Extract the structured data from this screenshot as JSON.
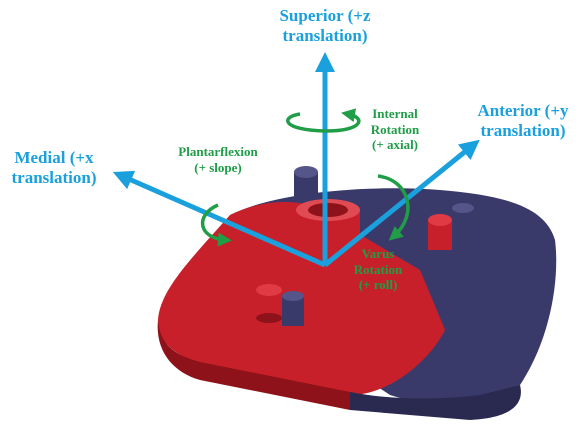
{
  "figure": {
    "axes": {
      "superior": "Superior (+z\ntranslation)",
      "anterior": "Anterior (+y\ntranslation)",
      "medial": "Medial (+x\ntranslation)"
    },
    "rotations": {
      "internal": "Internal\nRotation\n(+ axial)",
      "plantarflexion": "Plantarflexion\n(+ slope)",
      "varus": "Varus\nRotation\n(+ roll)"
    },
    "colors": {
      "axis": "#1aa0dc",
      "rotation": "#1f9d47",
      "implant_navy": "#3a3a6a",
      "implant_red": "#c8202a"
    }
  }
}
